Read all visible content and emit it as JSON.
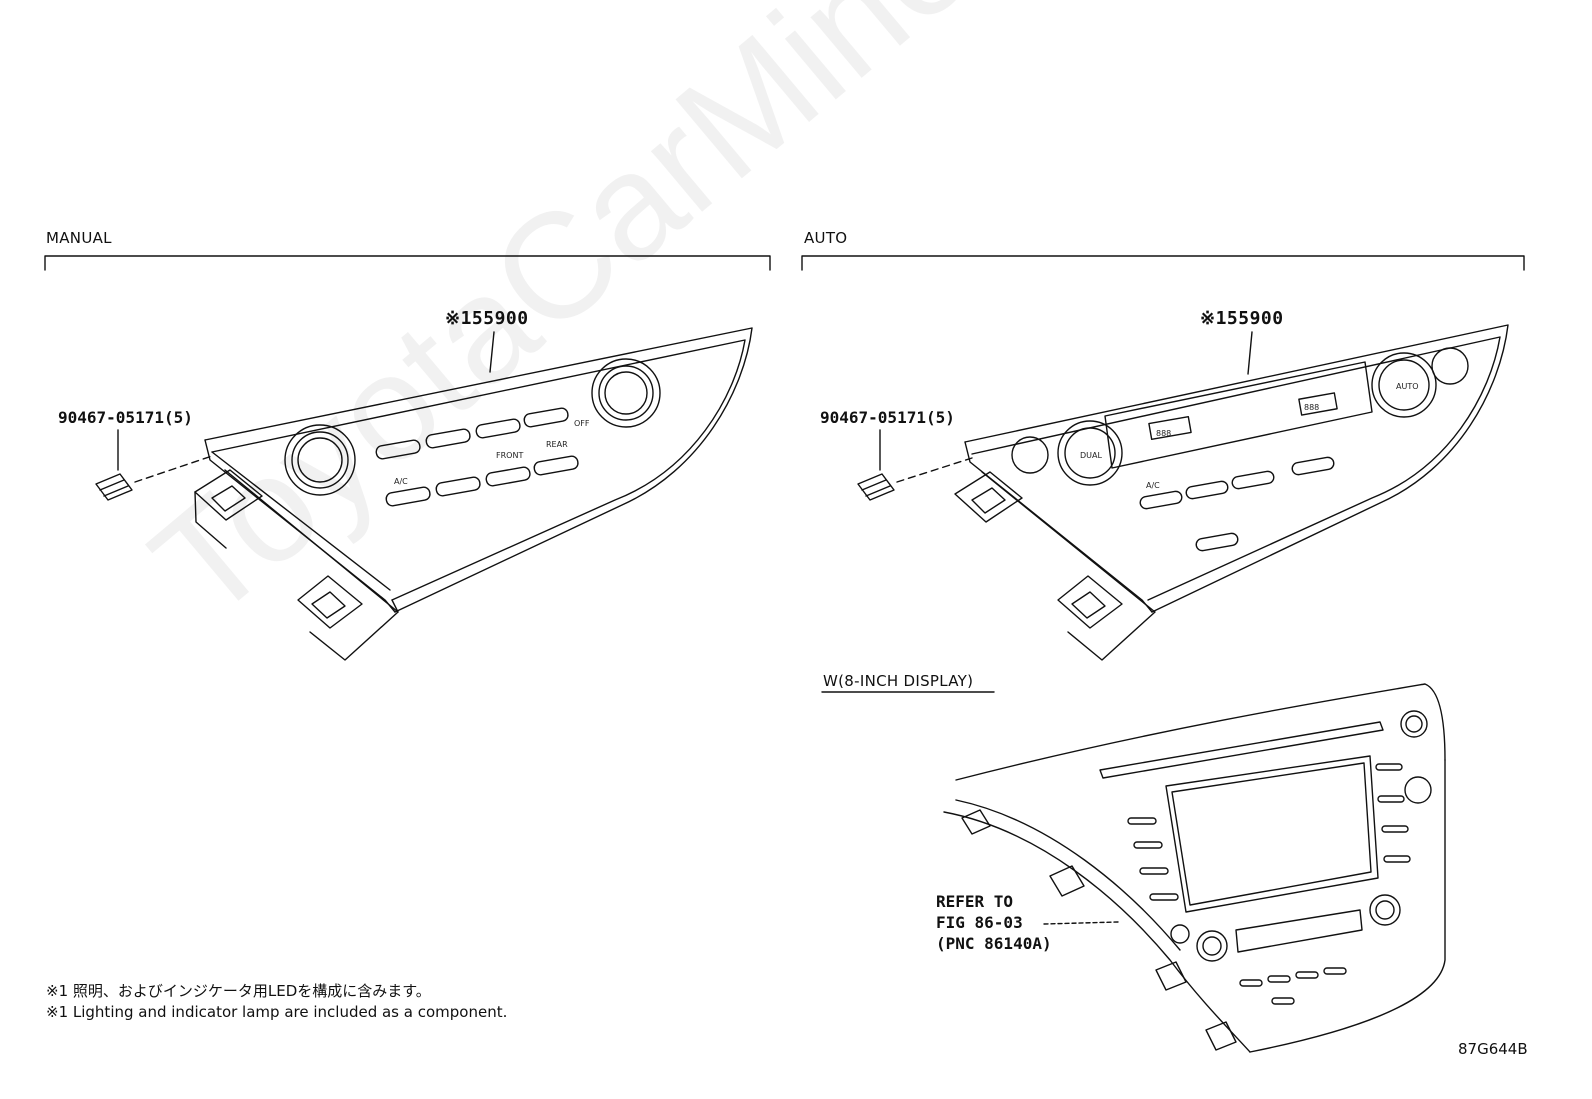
{
  "sections": {
    "manual": {
      "title": "MANUAL",
      "part_number": "※155900",
      "bulb_part": "90467-05171(5)",
      "button_labels": [
        "A/C",
        "FRONT",
        "REAR"
      ],
      "dial_label": "OFF"
    },
    "auto": {
      "title": "AUTO",
      "part_number": "※155900",
      "bulb_part": "90467-05171(5)",
      "button_labels": [
        "DUAL",
        "AUTO",
        "A/C"
      ],
      "display_text": [
        "888",
        "888"
      ]
    },
    "display": {
      "title": "W(8-INCH DISPLAY)",
      "refer_lines": [
        "REFER TO",
        "FIG 86-03",
        "(PNC 86140A)"
      ]
    }
  },
  "notes": {
    "japanese": "※1 照明、およびインジケータ用LEDを構成に含みます。",
    "english": "※1 Lighting and indicator lamp are included as a component."
  },
  "figure_code": "87G644B",
  "watermark": "ToyotaCarMine.ru"
}
